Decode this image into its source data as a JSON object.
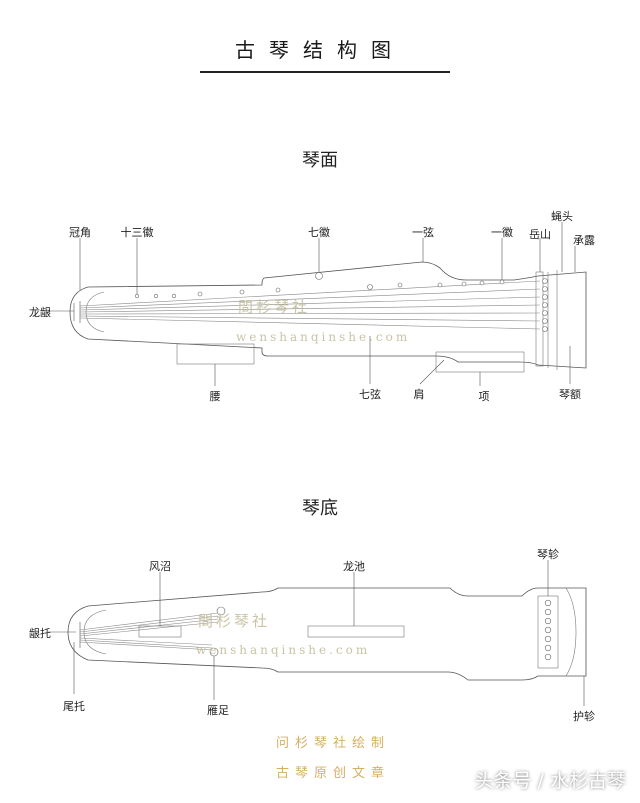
{
  "title": "古琴结构图",
  "top_view": {
    "heading": "琴面",
    "labels": {
      "guanjiao": "冠角",
      "shisan_hui": "十三徽",
      "qi_hui": "七徽",
      "yi_xian": "一弦",
      "yi_hui": "一徽",
      "yingtou": "蝇头",
      "yueshan": "岳山",
      "chenglu": "承露",
      "longyin": "龙龈",
      "yao": "腰",
      "qi_xian": "七弦",
      "jian": "肩",
      "xiang": "项",
      "qin_e": "琴额"
    }
  },
  "bottom_view": {
    "heading": "琴底",
    "labels": {
      "fengzhao": "风沼",
      "longchi": "龙池",
      "qinzhen": "琴轸",
      "yintuo": "龈托",
      "weituo": "尾托",
      "yanzu": "雁足",
      "huzhen": "护轸"
    }
  },
  "watermark": {
    "cn": "問杉琴社",
    "en": "wenshanqinshe.com"
  },
  "credit": {
    "line1": "问杉琴社绘制",
    "line2": "古琴原创文章"
  },
  "brand": "头条号 / 水杉古琴",
  "colors": {
    "outline": "#555555",
    "watermark": "#c9c4a6",
    "credit": "#d4b060"
  }
}
